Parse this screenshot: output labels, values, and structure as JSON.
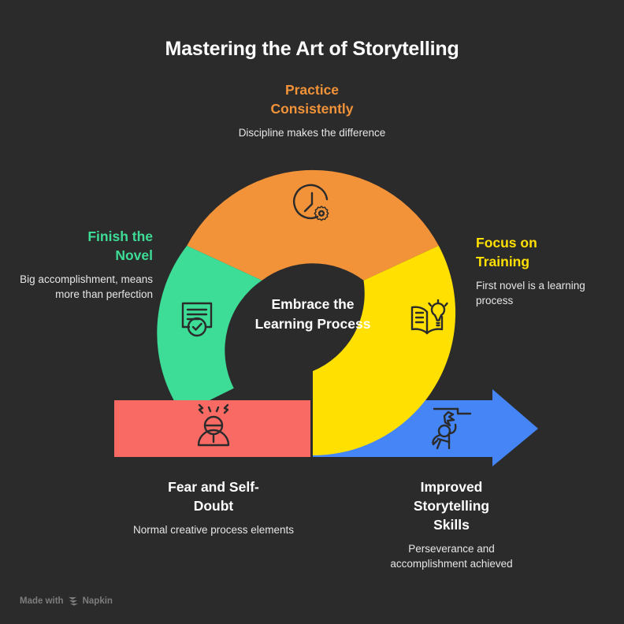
{
  "page": {
    "title": "Mastering the Art of Storytelling",
    "background_color": "#2b2b2b"
  },
  "colors": {
    "orange": "#F29339",
    "green": "#3DDC97",
    "yellow": "#FFE000",
    "red": "#F96A65",
    "blue": "#4585F5",
    "background": "#2b2b2b",
    "text_primary": "#ffffff",
    "text_secondary": "#e6e6e6",
    "watermark": "#7d7d7d",
    "icon_stroke": "#2b2b2b"
  },
  "center": {
    "line1": "Embrace the",
    "line2": "Learning Process"
  },
  "segments": [
    {
      "id": "practice-consistently",
      "title_line1": "Practice",
      "title_line2": "Consistently",
      "description": "Discipline makes the difference",
      "color": "#F29339",
      "icon": "clock-gear-icon",
      "position": "top"
    },
    {
      "id": "finish-the-novel",
      "title_line1": "Finish the",
      "title_line2": "Novel",
      "description": "Big accomplishment, means more than perfection",
      "color": "#3DDC97",
      "icon": "certificate-check-icon",
      "position": "left"
    },
    {
      "id": "focus-on-training",
      "title_line1": "Focus on",
      "title_line2": "Training",
      "description": "First novel is a learning process",
      "color": "#FFE000",
      "icon": "book-lightbulb-icon",
      "position": "right"
    },
    {
      "id": "fear-and-self-doubt",
      "title_line1": "Fear and Self-",
      "title_line2": "Doubt",
      "description": "Normal creative process elements",
      "color": "#F96A65",
      "icon": "stressed-person-icon",
      "position": "bottom-left"
    },
    {
      "id": "improved-storytelling-skills",
      "title_line1": "Improved",
      "title_line2": "Storytelling",
      "title_line3": "Skills",
      "description": "Perseverance and accomplishment achieved",
      "color": "#4585F5",
      "icon": "celebrating-person-icon",
      "position": "bottom-right"
    }
  ],
  "watermark": {
    "prefix": "Made with",
    "brand": "Napkin",
    "logo": "napkin-chevron-logo"
  }
}
